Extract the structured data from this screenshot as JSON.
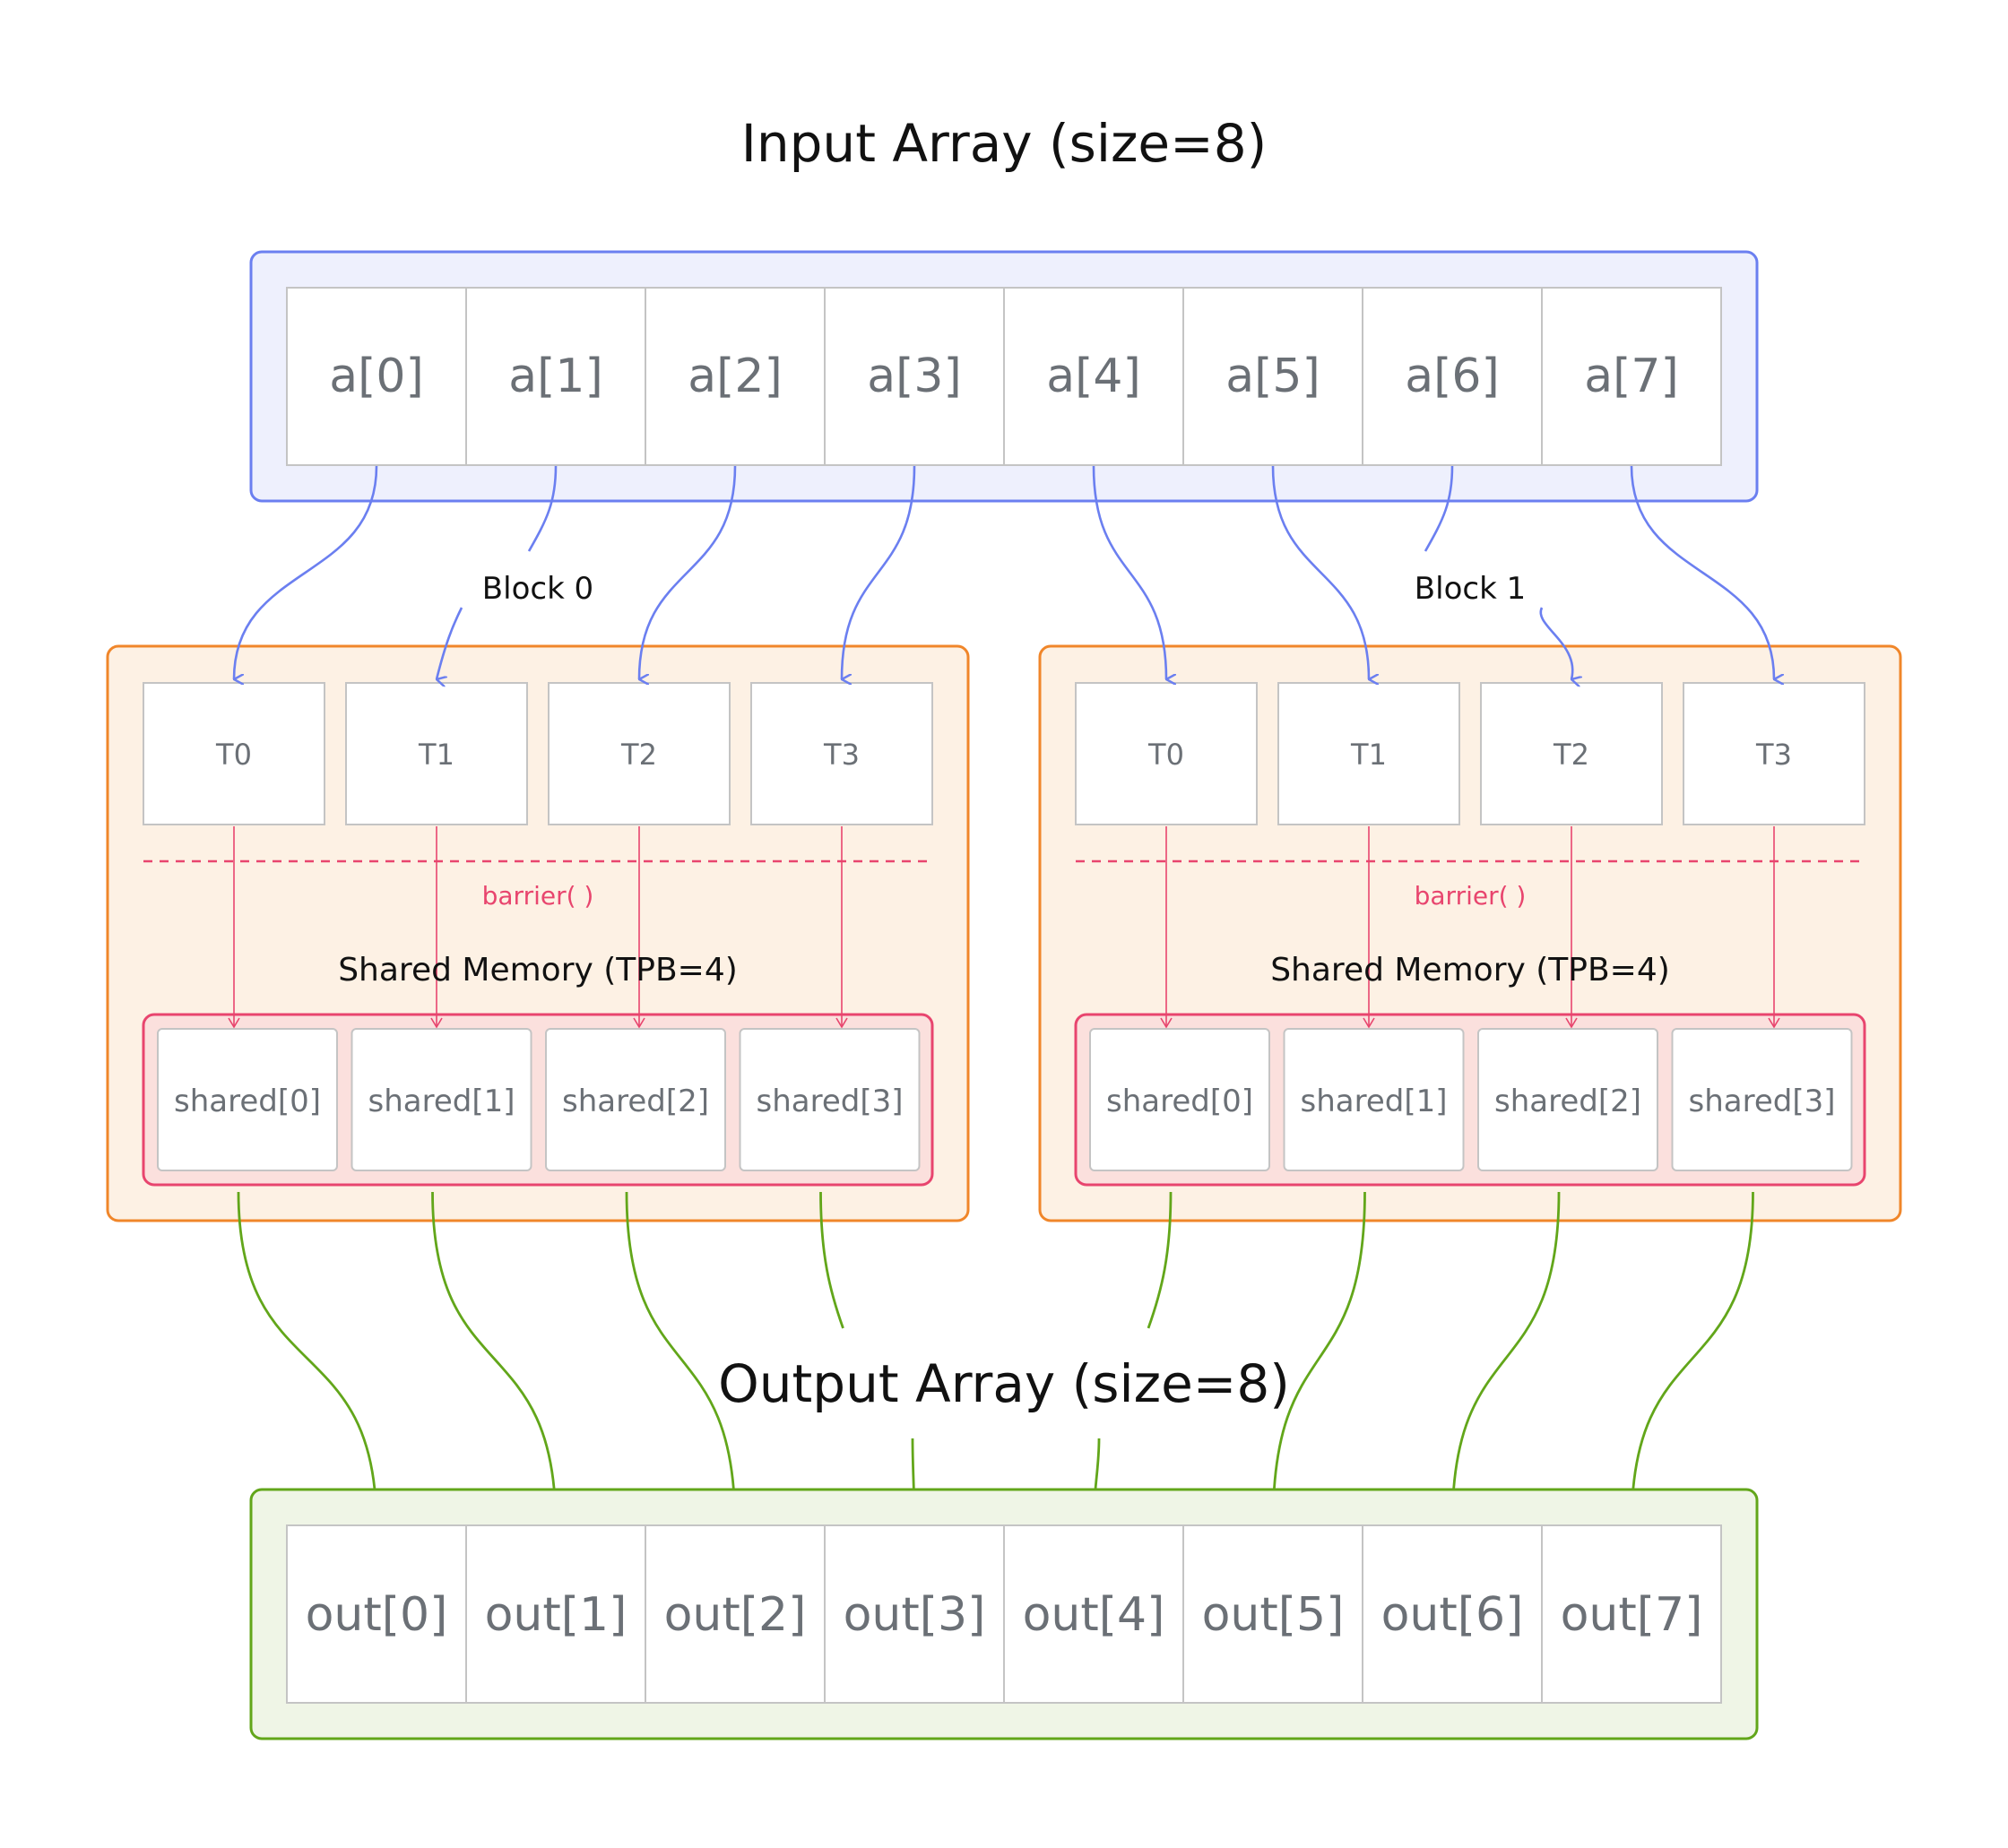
{
  "input": {
    "title": "Input Array (size=8)",
    "cells": [
      "a[0]",
      "a[1]",
      "a[2]",
      "a[3]",
      "a[4]",
      "a[5]",
      "a[6]",
      "a[7]"
    ]
  },
  "output": {
    "title": "Output Array (size=8)",
    "cells": [
      "out[0]",
      "out[1]",
      "out[2]",
      "out[3]",
      "out[4]",
      "out[5]",
      "out[6]",
      "out[7]"
    ]
  },
  "blocks": [
    {
      "label": "Block 0",
      "threads": [
        "T0",
        "T1",
        "T2",
        "T3"
      ],
      "barrier_label": "barrier( )",
      "shared_title": "Shared Memory (TPB=4)",
      "shared_cells": [
        "shared[0]",
        "shared[1]",
        "shared[2]",
        "shared[3]"
      ]
    },
    {
      "label": "Block 1",
      "threads": [
        "T0",
        "T1",
        "T2",
        "T3"
      ],
      "barrier_label": "barrier( )",
      "shared_title": "Shared Memory (TPB=4)",
      "shared_cells": [
        "shared[0]",
        "shared[1]",
        "shared[2]",
        "shared[3]"
      ]
    }
  ],
  "colors": {
    "input_border": "#6b7ff0",
    "input_fill": "#eef0fd",
    "block_border": "#f0862a",
    "block_fill": "#fdf1e4",
    "shared_border": "#e8456e",
    "shared_fill": "#fbe0dd",
    "output_border": "#62a61a",
    "output_fill": "#eff5e6",
    "cell_text": "#6b7076",
    "cell_border": "#c4c4c4"
  }
}
